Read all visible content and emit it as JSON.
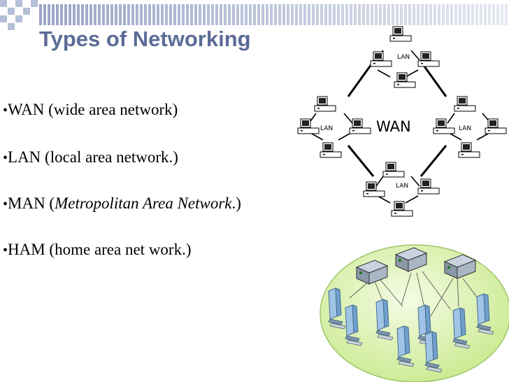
{
  "slide": {
    "title": "Types of Networking",
    "bullets": [
      {
        "marker": "•",
        "text": "WAN (wide area network)"
      },
      {
        "marker": "•",
        "text": "LAN (local area network.)"
      },
      {
        "marker": "•",
        "pre": "MAN (",
        "italic": "Metropolitan Area Network",
        "post": ".)"
      },
      {
        "marker": "•",
        "text": "HAM (home area net work.)"
      }
    ]
  },
  "wan_diagram": {
    "center_label": "WAN",
    "lan_labels": [
      "LAN",
      "LAN",
      "LAN",
      "LAN"
    ]
  },
  "colors": {
    "title": "#5c6c98",
    "header_squares": "#b4bfd8",
    "header_stripes": "#9aa5c8",
    "globe": "#d9f2a8"
  },
  "icons": [
    "computer-icon",
    "server-icon",
    "monitor-icon"
  ]
}
